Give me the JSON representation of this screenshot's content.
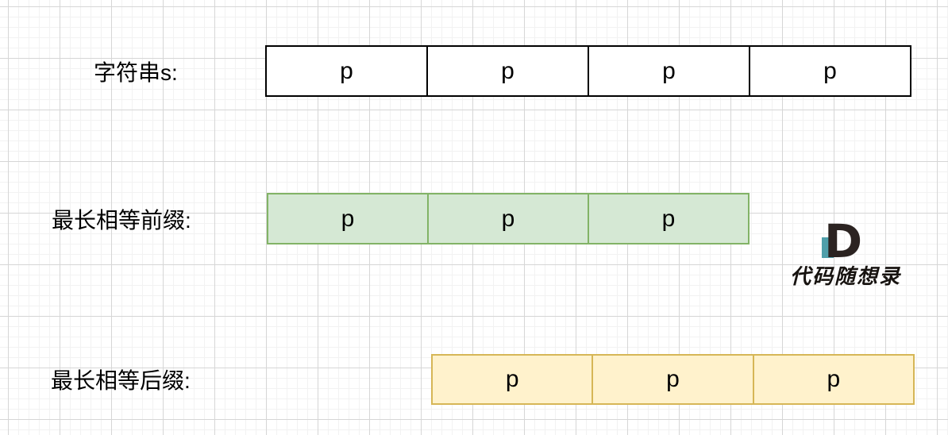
{
  "diagram": {
    "rows": [
      {
        "id": "string-s",
        "label": "字符串s:",
        "cells": [
          "p",
          "p",
          "p",
          "p"
        ],
        "fill": "#ffffff",
        "stroke": "#000000"
      },
      {
        "id": "longest-equal-prefix",
        "label": "最长相等前缀:",
        "cells": [
          "p",
          "p",
          "p"
        ],
        "fill": "#d5e8d4",
        "stroke": "#82b366"
      },
      {
        "id": "longest-equal-suffix",
        "label": "最长相等后缀:",
        "cells": [
          "p",
          "p",
          "p"
        ],
        "fill": "#fff2cc",
        "stroke": "#d6b656"
      }
    ],
    "grid": {
      "minor_line_color": "#f2f2f2",
      "major_line_color": "#d6d6d6",
      "background_color": "#ffffff"
    },
    "watermark": {
      "logo_letter": "D",
      "logo_dark_color": "#2b2321",
      "logo_teal_color": "#4f9faa",
      "brand_text": "代码随想录",
      "text_color": "#171310"
    }
  }
}
